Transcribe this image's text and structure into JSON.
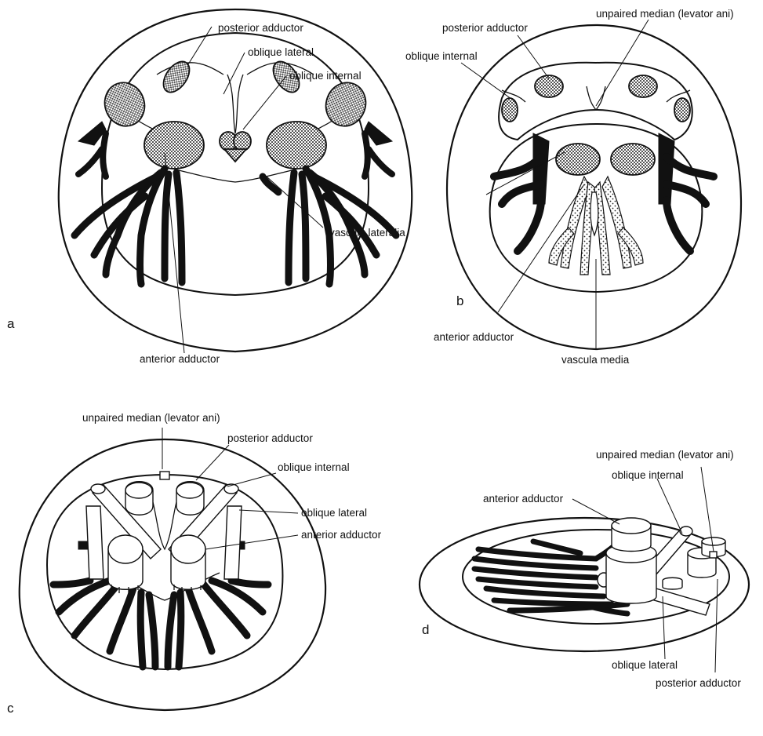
{
  "panels": [
    {
      "letter": "a",
      "labels": [
        "posterior adductor",
        "oblique lateral",
        "oblique internal",
        "vascula lateralia",
        "anterior adductor"
      ]
    },
    {
      "letter": "b",
      "labels": [
        "posterior adductor",
        "unpaired median (levator ani)",
        "oblique internal",
        "anterior adductor",
        "vascula media"
      ]
    },
    {
      "letter": "c",
      "labels": [
        "unpaired median (levator ani)",
        "posterior adductor",
        "oblique internal",
        "oblique lateral",
        "anterior adductor"
      ]
    },
    {
      "letter": "d",
      "labels": [
        "unpaired median (levator ani)",
        "oblique internal",
        "anterior adductor",
        "oblique lateral",
        "posterior adductor"
      ]
    }
  ],
  "colors": {
    "ink": "#111111",
    "background": "#ffffff"
  }
}
